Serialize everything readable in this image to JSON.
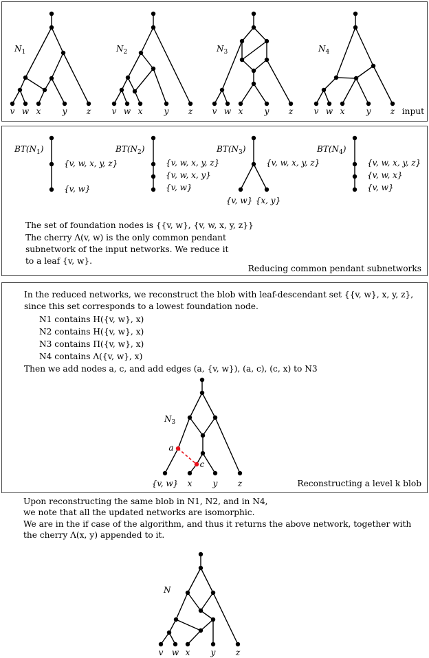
{
  "colors": {
    "ink": "#000000",
    "highlight": "#e8121b"
  },
  "panel1": {
    "caption": "input",
    "networks": [
      {
        "name": "N1",
        "leaves": [
          "v",
          "w",
          "x",
          "y",
          "z"
        ]
      },
      {
        "name": "N2",
        "leaves": [
          "v",
          "w",
          "x",
          "y",
          "z"
        ]
      },
      {
        "name": "N3",
        "leaves": [
          "v",
          "w",
          "x",
          "y",
          "z"
        ]
      },
      {
        "name": "N4",
        "leaves": [
          "v",
          "w",
          "x",
          "y",
          "z"
        ]
      }
    ]
  },
  "panel2": {
    "caption": "Reducing common pendant subnetworks",
    "trees": [
      {
        "title": "BT(N1)",
        "labels": [
          "{v, w, x, y, z}",
          "{v, w}"
        ]
      },
      {
        "title": "BT(N2)",
        "labels": [
          "{v, w, x, y, z}",
          "{v, w, x, y}",
          "{v, w}"
        ]
      },
      {
        "title": "BT(N3)",
        "labels": [
          "{v, w, x, y, z}",
          "{v, w}",
          "{x, y}"
        ]
      },
      {
        "title": "BT(N4)",
        "labels": [
          "{v, w, x, y, z}",
          "{v, w, x}",
          "{v, w}"
        ]
      }
    ],
    "foundation_text": "The set of foundation nodes is {{v, w}, {v, w, x, y, z}}",
    "cherry_text": "The cherry Λ(v, w) is the only common pendant subnetwork of the input networks. We reduce it to a leaf {v, w}."
  },
  "panel3": {
    "caption": "Reconstructing a level k blob",
    "intro": "In the reduced networks, we reconstruct the blob with leaf-descendant set {{v, w}, x, y, z}, since this set corresponds to a lowest foundation node.",
    "contains": [
      "N1 contains H({v, w}, x)",
      "N2 contains H({v, w}, x)",
      "N3 contains Π({v, w}, x)",
      "N4 contains Λ({v, w}, x)"
    ],
    "add_text": "Then we add nodes a, c, and add edges (a, {v, w}), (a, c), (c, x) to N3",
    "network": {
      "name": "N3",
      "leaves": [
        "{v, w}",
        "x",
        "y",
        "z"
      ],
      "new_nodes": [
        "a",
        "c"
      ]
    }
  },
  "bottom": {
    "text1a": "Upon reconstructing the same blob in N1, N2, and in N4,",
    "text1b": "we note that all the updated networks are isomorphic.",
    "text2a": "We are in the if case of the algorithm, and thus it returns the above network, together with",
    "text2b": "the cherry Λ(x, y) appended to it.",
    "network": {
      "name": "N",
      "leaves": [
        "v",
        "w",
        "x",
        "y",
        "z"
      ]
    }
  }
}
